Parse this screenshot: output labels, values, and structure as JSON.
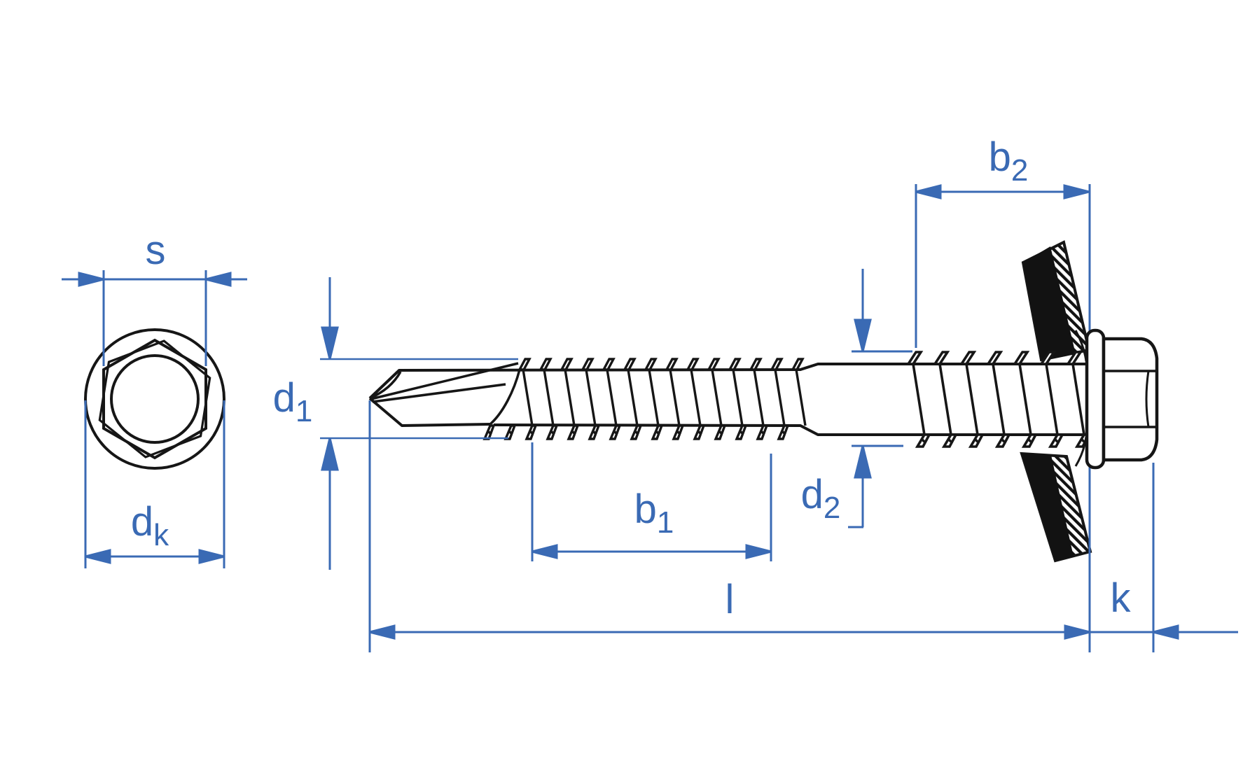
{
  "drawing": {
    "kind": "fastener-dimension-diagram",
    "labels": {
      "s": {
        "main": "s",
        "sub": ""
      },
      "d_k": {
        "main": "d",
        "sub": "k"
      },
      "d_1": {
        "main": "d",
        "sub": "1"
      },
      "b_1": {
        "main": "b",
        "sub": "1"
      },
      "d_2": {
        "main": "d",
        "sub": "2"
      },
      "b_2": {
        "main": "b",
        "sub": "2"
      },
      "l": {
        "main": "l",
        "sub": ""
      },
      "k": {
        "main": "k",
        "sub": ""
      }
    }
  },
  "colors": {
    "dimension_blue": "#3a6ab4",
    "outline_black": "#161616",
    "washer_black": "#121212",
    "background": "#ffffff"
  }
}
